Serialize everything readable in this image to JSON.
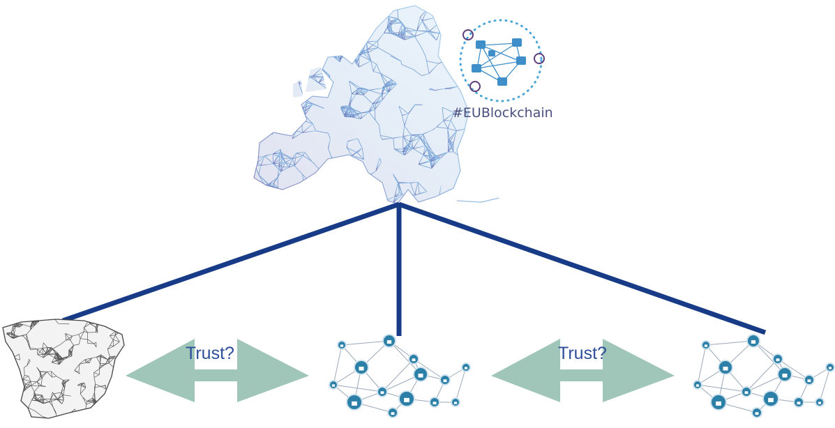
{
  "eu_map": {
    "hashtag": "#EUBlockchain",
    "colors": {
      "mesh_light": "#7fb6e0",
      "mesh_dark": "#5a5ba6",
      "badge_dots": "#4aa5d8",
      "badge_icon": "#3e8fc9"
    }
  },
  "connectors": {
    "color": "#173b86"
  },
  "spain_map": {
    "color": "#555555"
  },
  "networks": [
    {
      "name": "blockchain-network-1",
      "node_color": "#2c7fa6",
      "edge_color": "#9aa8b8"
    },
    {
      "name": "blockchain-network-2",
      "node_color": "#2c7fa6",
      "edge_color": "#9aa8b8"
    }
  ],
  "trust_arrows": [
    {
      "label": "Trust?",
      "color": "#9fc6b8"
    },
    {
      "label": "Trust?",
      "color": "#9fc6b8"
    }
  ]
}
